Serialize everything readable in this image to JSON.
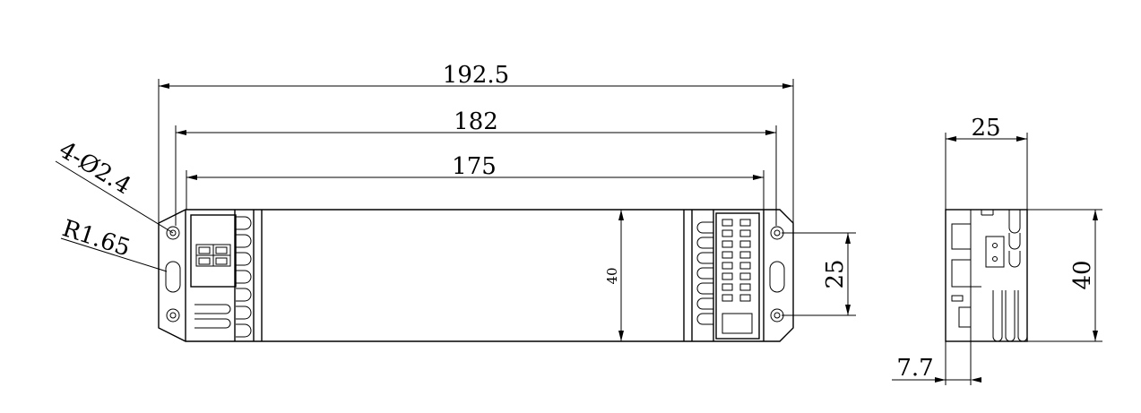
{
  "dimensions": {
    "overall_length": "192.5",
    "hole_spacing": "182",
    "body_length": "175",
    "body_height": "40",
    "mount_hole_spacing": "25",
    "side_width": "25",
    "side_height": "40",
    "side_offset": "7.7"
  },
  "callouts": {
    "holes": "4-Ø2.4",
    "radius": "R1.65"
  }
}
